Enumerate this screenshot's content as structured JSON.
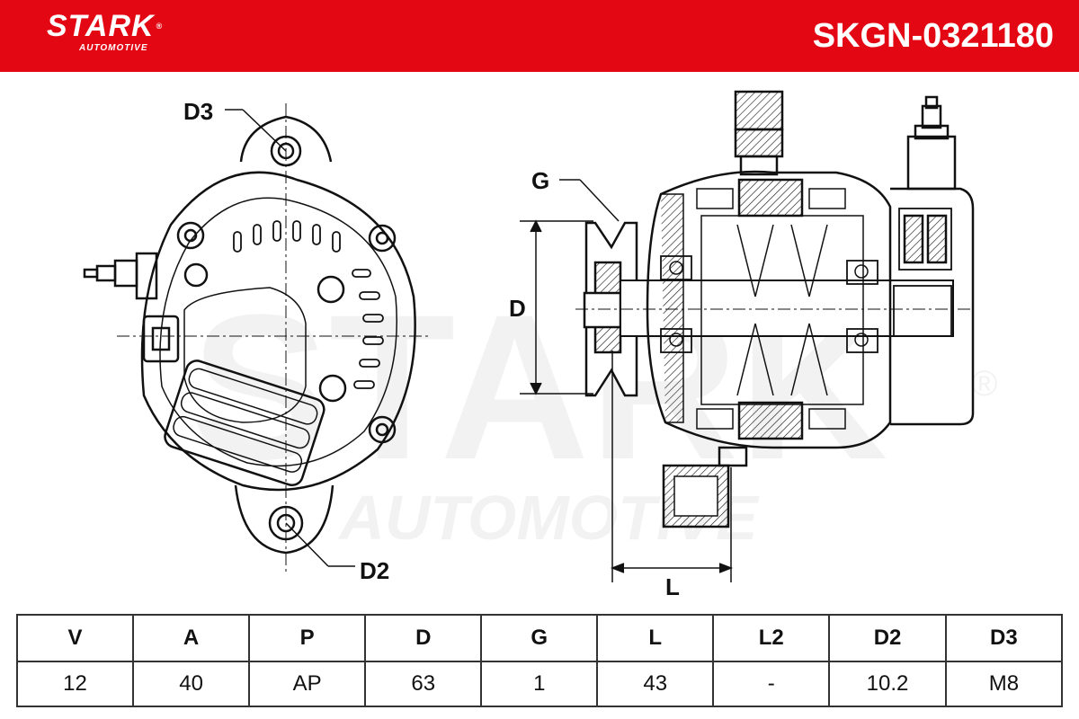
{
  "header": {
    "brand": "STARK",
    "brand_reg": "®",
    "brand_sub": "AUTOMOTIVE",
    "part_number": "SKGN-0321180",
    "bg_color": "#e30613"
  },
  "watermark": {
    "brand": "STARK",
    "sub": "AUTOMOTIVE",
    "reg": "®"
  },
  "drawing": {
    "labels": {
      "d3": "D3",
      "d2": "D2",
      "g": "G",
      "d": "D",
      "l": "L"
    }
  },
  "specs": {
    "headers": [
      "V",
      "A",
      "P",
      "D",
      "G",
      "L",
      "L2",
      "D2",
      "D3"
    ],
    "values": [
      "12",
      "40",
      "AP",
      "63",
      "1",
      "43",
      "-",
      "10.2",
      "M8"
    ]
  }
}
